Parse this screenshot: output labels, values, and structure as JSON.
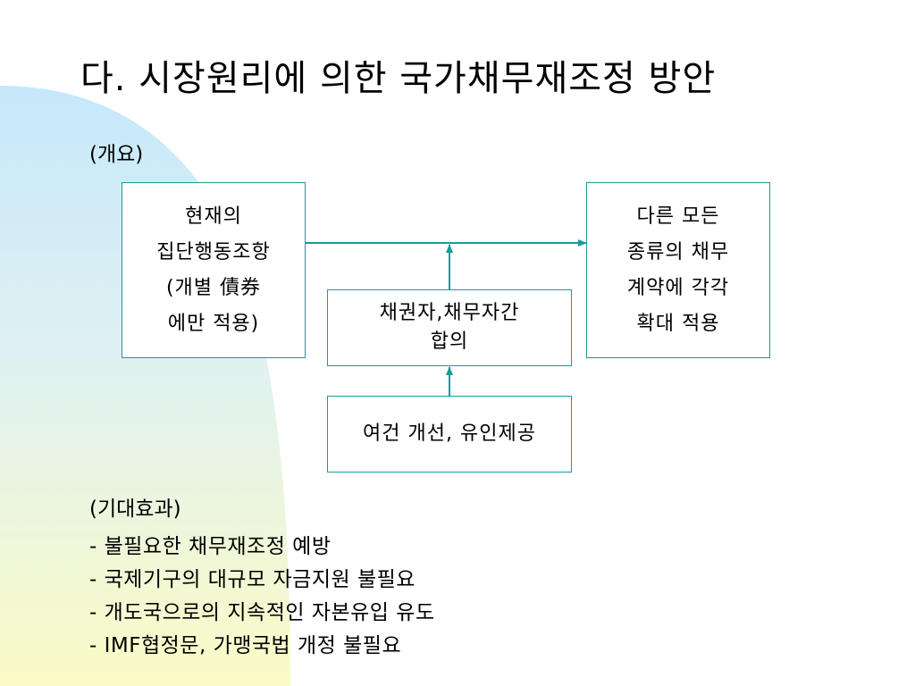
{
  "slide": {
    "title": "다. 시장원리에 의한 국가채무재조정 방안",
    "overview_label": "(개요)",
    "effects_label": "(기대효과)",
    "colors": {
      "box_border": "#1a9a9a",
      "arrow": "#1a9a9a",
      "deco_blue": "#c6e8fb",
      "deco_yellow": "#fbfbc6"
    }
  },
  "diagram": {
    "current_clause": {
      "lines": [
        "현재의",
        "집단행동조항",
        "(개별 債券",
        "에만 적용)"
      ]
    },
    "other_contracts": {
      "lines": [
        "다른 모든",
        "종류의 채무",
        "계약에 각각",
        "확대 적용"
      ]
    },
    "creditor_agreement": {
      "lines": [
        "채권자,채무자간",
        "합의"
      ]
    },
    "incentives": {
      "lines": [
        "여건 개선, 유인제공"
      ]
    }
  },
  "effects": {
    "items": [
      "- 불필요한 채무재조정 예방",
      "- 국제기구의 대규모 자금지원 불필요",
      "- 개도국으로의 지속적인 자본유입 유도",
      "- IMF협정문, 가맹국법 개정 불필요"
    ]
  }
}
